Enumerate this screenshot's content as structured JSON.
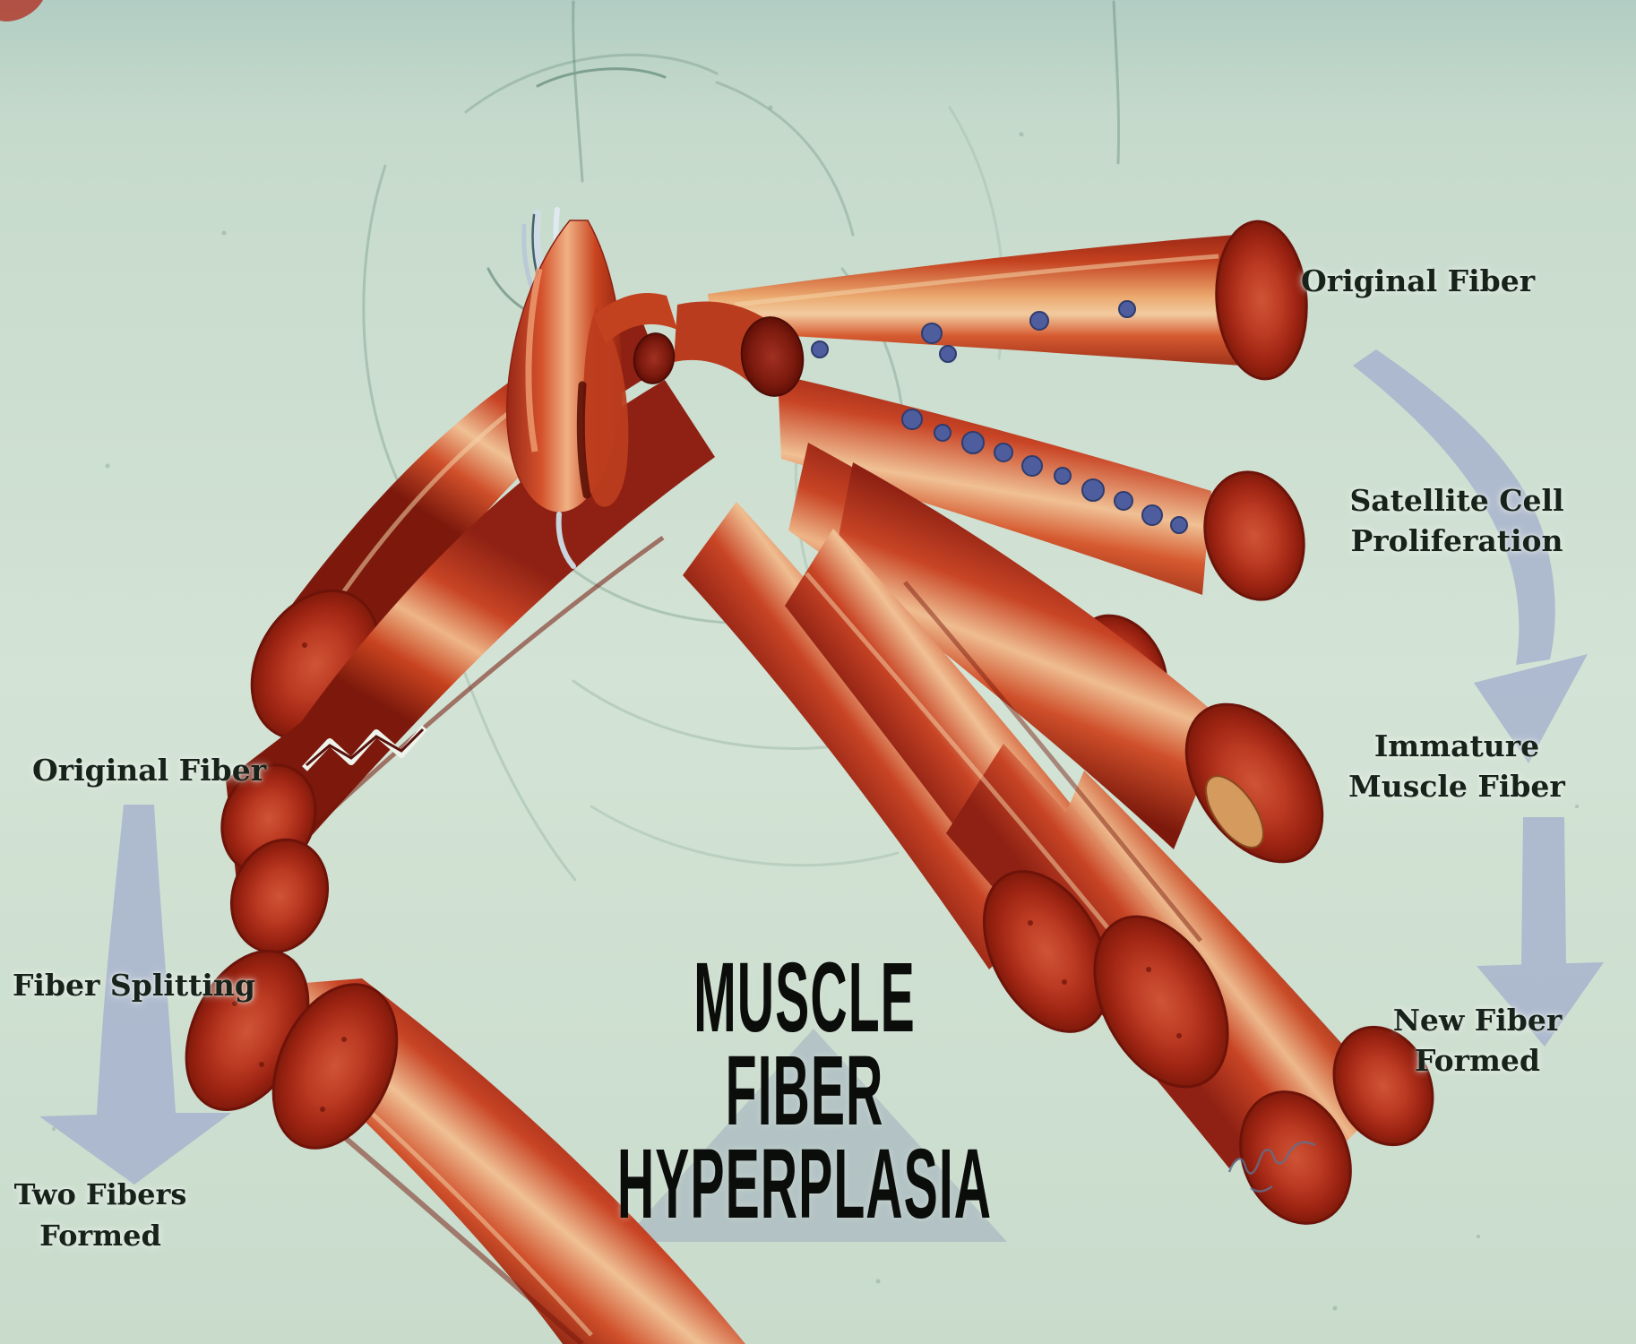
{
  "title": {
    "line1": "MUSCLE",
    "line2": "FIBER",
    "line3": "HYPERPLASIA"
  },
  "labels": {
    "original_fiber_right": "Original Fiber",
    "satellite_line1": "Satellite Cell",
    "satellite_line2": "Proliferation",
    "immature_line1": "Immature",
    "immature_line2": "Muscle Fiber",
    "new_fiber_line1": "New Fiber",
    "new_fiber_line2": "Formed",
    "original_fiber_left": "Original Fiber",
    "fiber_splitting": "Fiber Splitting",
    "two_fibers_line1": "Two Fibers",
    "two_fibers_line2": "Formed"
  },
  "colors": {
    "background": "#cfe0d3",
    "fiber_red": "#c6402a",
    "fiber_dark_red": "#7e190c",
    "fiber_highlight": "#f3cfa3",
    "immature_fiber_tan": "#d49a5e",
    "satellite_cell_blue": "#4e5d9e",
    "arrow_blue_gray": "#a9b3ce",
    "label_text": "#17221b",
    "title_text": "#0b0d0b",
    "sketch_green": "#6f9582"
  },
  "icons": {
    "flow_arrows": "down-arrow",
    "satellite_cells": "blue-dot-cluster"
  }
}
